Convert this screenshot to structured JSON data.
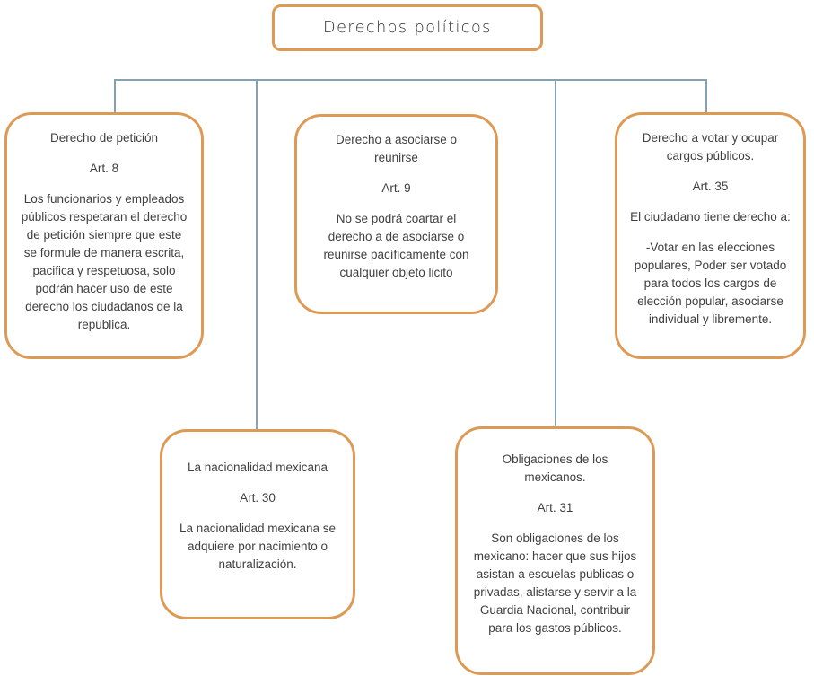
{
  "diagram": {
    "title": "Derechos políticos"
  },
  "colors": {
    "box_border": "#DD9A55",
    "connector_line": "#84A2B2",
    "text": "#3F3F3F",
    "background": "#FFFFFF"
  },
  "nodes": [
    {
      "heading": "Derecho de petición",
      "article": "Art. 8",
      "body": "Los funcionarios y empleados públicos respetaran el derecho de petición siempre que este se formule de manera escrita, pacifica y respetuosa, solo podrán hacer uso de este derecho los ciudadanos de la republica."
    },
    {
      "heading": "Derecho a asociarse o reunirse",
      "article": "Art. 9",
      "body": "No se podrá coartar el derecho a de asociarse o reunirse pacíficamente con cualquier objeto licito"
    },
    {
      "heading": "Derecho a votar y ocupar cargos públicos.",
      "article": "Art. 35",
      "body": "El ciudadano tiene derecho a:",
      "body2": "-Votar en las elecciones populares, Poder ser votado para todos los cargos de elección popular, asociarse individual y libremente."
    },
    {
      "heading": "La nacionalidad mexicana",
      "article": "Art. 30",
      "body": "La nacionalidad mexicana se adquiere por nacimiento o naturalización."
    },
    {
      "heading": "Obligaciones de los mexicanos.",
      "article": "Art. 31",
      "body": "Son obligaciones de los mexicano: hacer que sus hijos asistan a escuelas publicas o privadas, alistarse y servir a la Guardia Nacional, contribuir para los gastos públicos."
    }
  ]
}
